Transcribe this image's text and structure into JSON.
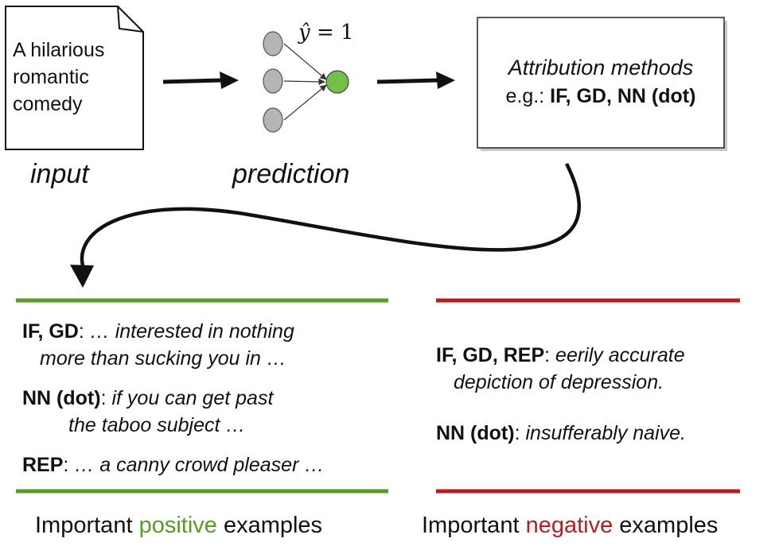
{
  "input_doc": {
    "text_lines": [
      "A hilarious",
      "romantic",
      "comedy"
    ],
    "caption": "input"
  },
  "prediction": {
    "label": "ŷ = 1",
    "label_hat": "ŷ",
    "label_rest": " = 1",
    "caption": "prediction",
    "node_colors": {
      "input": "#b5b5b5",
      "output": "#72bf4a"
    }
  },
  "attribution": {
    "title": "Attribution methods",
    "example_prefix": "e.g.: ",
    "methods": "IF, GD, NN (dot)"
  },
  "positive": {
    "color": "#5a9a2a",
    "examples": [
      {
        "methods": "IF, GD",
        "sep": ": ",
        "text": "… interested in nothing",
        "text_cont": "more than sucking you in …"
      },
      {
        "methods": "NN (dot)",
        "sep": ":  ",
        "text": "if you can get past",
        "text_cont": "the taboo subject …"
      },
      {
        "methods": "REP",
        "sep": ":  ",
        "text": "… a canny crowd pleaser …"
      }
    ],
    "footer_pre": "Important ",
    "footer_word": "positive",
    "footer_post": " examples"
  },
  "negative": {
    "color": "#b51f24",
    "examples": [
      {
        "methods": "IF, GD, REP",
        "sep": ": ",
        "text": "eerily accurate",
        "text_cont": "depiction of depression."
      },
      {
        "methods": "NN (dot)",
        "sep": ": ",
        "text": "insufferably naive."
      }
    ],
    "footer_pre": "Important ",
    "footer_word": "negative",
    "footer_post": " examples"
  }
}
